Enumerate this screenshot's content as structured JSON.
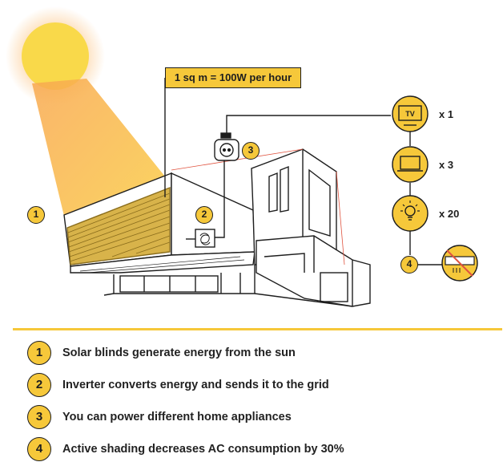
{
  "callout": {
    "text": "1 sq m = 100W per hour"
  },
  "scene_badges": [
    "1",
    "2",
    "3",
    "4"
  ],
  "appliances": [
    {
      "icon": "tv-icon",
      "label": "TV",
      "quantity": "x 1"
    },
    {
      "icon": "laptop-icon",
      "quantity": "x 3"
    },
    {
      "icon": "light-bulb-icon",
      "quantity": "x 20"
    },
    {
      "icon": "air-conditioner-crossed-icon"
    }
  ],
  "legend": [
    {
      "number": "1",
      "text": "Solar blinds generate energy from the sun"
    },
    {
      "number": "2",
      "text": "Inverter converts energy and sends it to the grid"
    },
    {
      "number": "3",
      "text": "You can power different home appliances"
    },
    {
      "number": "4",
      "text": "Active shading decreases AC consumption by 30%"
    }
  ],
  "colors": {
    "accent": "#f6c83a",
    "sun": "#f9d94a",
    "beam": "#f8b84e",
    "line": "#1e1e1e",
    "warning": "#e0533f"
  }
}
